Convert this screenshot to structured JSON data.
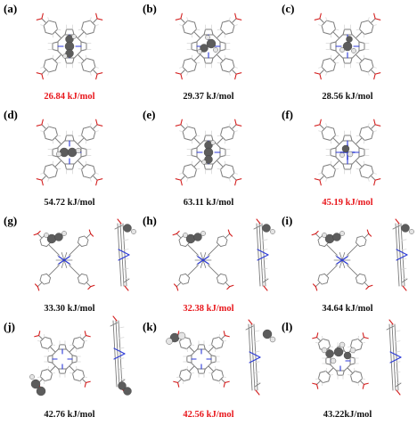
{
  "panels": [
    {
      "label": "(a)",
      "energy": "26.84 kJ/mol",
      "highlight": true,
      "view": "top",
      "guest": "center-vertical"
    },
    {
      "label": "(b)",
      "energy": "29.37 kJ/mol",
      "highlight": false,
      "view": "top",
      "guest": "center-tilted"
    },
    {
      "label": "(c)",
      "energy": "28.56 kJ/mol",
      "highlight": false,
      "view": "top",
      "guest": "center-small"
    },
    {
      "label": "(d)",
      "energy": "54.72 kJ/mol",
      "highlight": false,
      "view": "top",
      "guest": "center-horizontal"
    },
    {
      "label": "(e)",
      "energy": "63.11 kJ/mol",
      "highlight": false,
      "view": "top",
      "guest": "center-vertical"
    },
    {
      "label": "(f)",
      "energy": "45.19 kJ/mol",
      "highlight": true,
      "view": "top",
      "guest": "center-metal"
    },
    {
      "label": "(g)",
      "energy": "33.30 kJ/mol",
      "highlight": false,
      "view": "dual",
      "guest": "offset-left"
    },
    {
      "label": "(h)",
      "energy": "32.38 kJ/mol",
      "highlight": true,
      "view": "dual",
      "guest": "offset-left"
    },
    {
      "label": "(i)",
      "energy": "34.64 kJ/mol",
      "highlight": false,
      "view": "dual",
      "guest": "offset-left"
    },
    {
      "label": "(j)",
      "energy": "42.76 kJ/mol",
      "highlight": false,
      "view": "dual",
      "guest": "lower-left"
    },
    {
      "label": "(k)",
      "energy": "42.56 kJ/mol",
      "highlight": true,
      "view": "dual",
      "guest": "upper-left"
    },
    {
      "label": "(l)",
      "energy": "43.22kJ/mol",
      "highlight": false,
      "view": "dual",
      "guest": "cluster"
    }
  ],
  "colors": {
    "highlight_text": "#e8161b",
    "normal_text": "#111111",
    "carbon": "#7b7b7b",
    "hydrogen": "#d8d8d8",
    "oxygen": "#d42020",
    "nitrogen": "#2c3ad8",
    "guest_dark": "#5c5c5c",
    "guest_light": "#e4e4e4"
  }
}
